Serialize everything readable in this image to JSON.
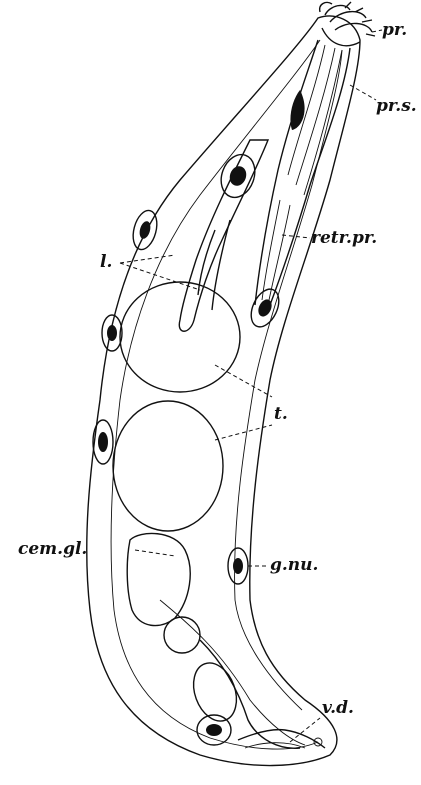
{
  "labels": {
    "proboscis": "pr.",
    "proboscis_sheath": "pr.s.",
    "retractor": "retr.pr.",
    "lemniscus": "l.",
    "testes": "t.",
    "cement_glands": "cem.gl.",
    "giant_nucleus": "g.nu.",
    "vas_deferens": "v.d."
  },
  "colors": {
    "ink": "#111111",
    "paper": "#ffffff"
  }
}
